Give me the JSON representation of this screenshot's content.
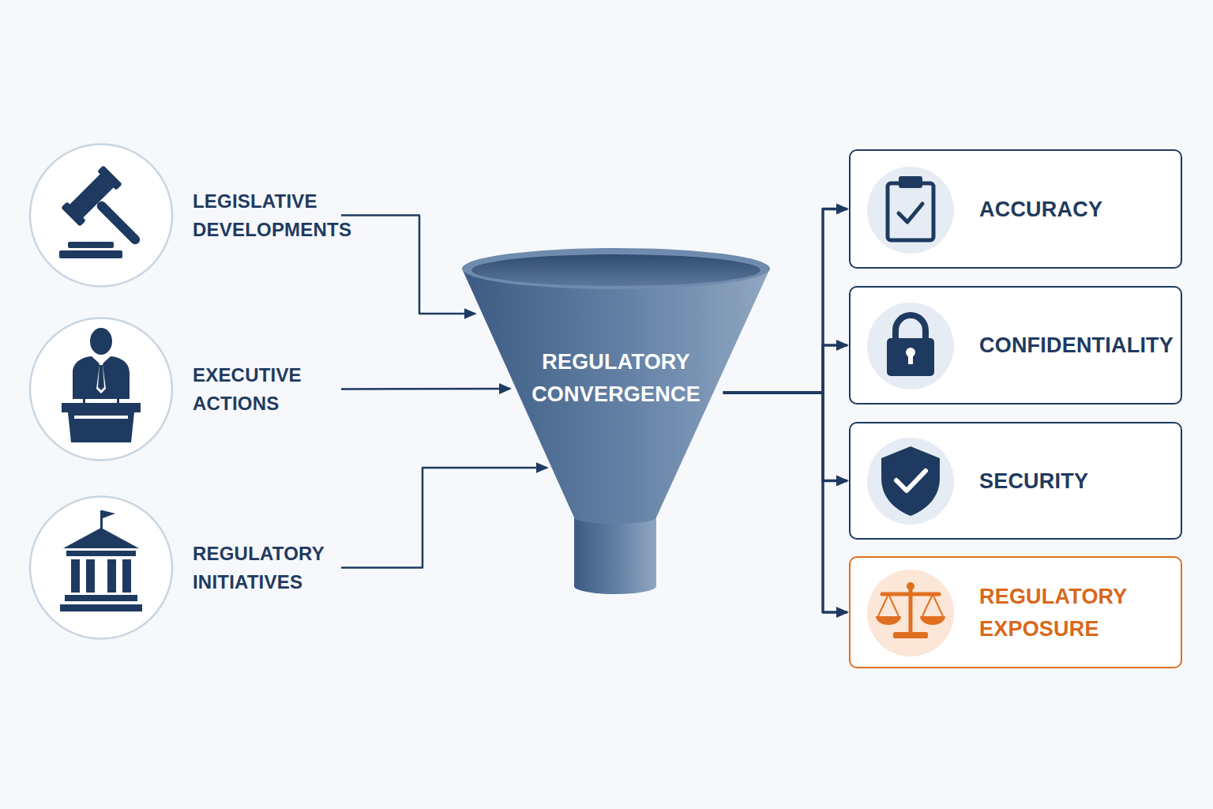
{
  "diagram": {
    "nodes": [
      {
        "text": [
          "LEGISLATIVE DEVELOPMENTS"
        ]
      },
      {
        "text": [
          "EXECUTIVE ACTIONS"
        ]
      },
      {
        "text": [
          "REGULATORY INITIATIVES"
        ]
      },
      {
        "text": [
          "REGULATORY CONVERGENCE"
        ]
      },
      {
        "text": [
          "ACCURACY"
        ]
      },
      {
        "text": [
          "CONFIDENTIALITY"
        ]
      },
      {
        "text": [
          "SECURITY"
        ]
      },
      {
        "text": [
          "REGULATORY EXPOSURE"
        ]
      }
    ],
    "edges": [
      {
        "from": 0,
        "to": 3,
        "arrow": "to"
      },
      {
        "from": 1,
        "to": 3,
        "arrow": "to"
      },
      {
        "from": 2,
        "to": 3,
        "arrow": "to"
      },
      {
        "from": 3,
        "to": 4,
        "arrow": "to"
      },
      {
        "from": 3,
        "to": 5,
        "arrow": "to"
      },
      {
        "from": 3,
        "to": 6,
        "arrow": "to"
      },
      {
        "from": 3,
        "to": 7,
        "arrow": "to"
      }
    ]
  }
}
